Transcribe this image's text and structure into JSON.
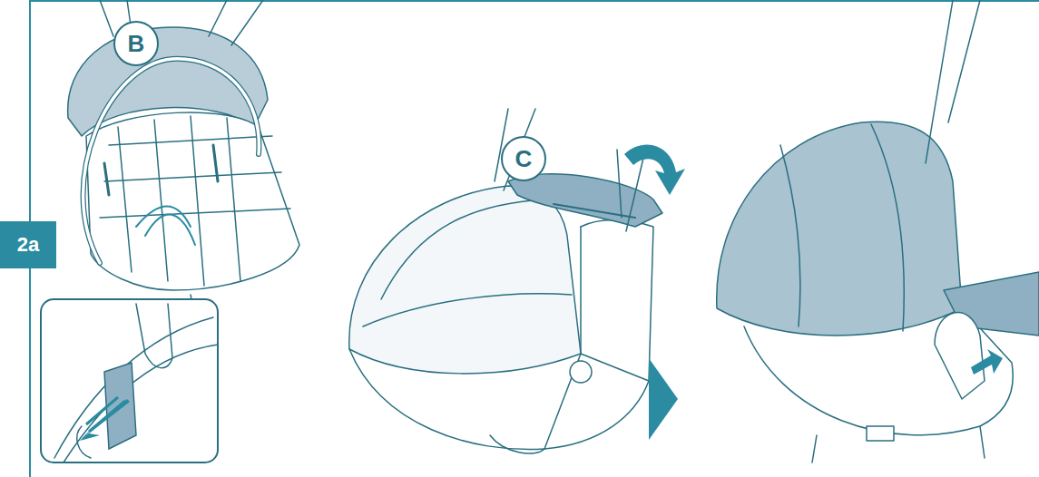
{
  "diagram": {
    "nodes": [
      {
        "text": [
          "B"
        ]
      },
      {
        "text": [
          "C"
        ]
      },
      {
        "text": [
          "2a"
        ]
      }
    ]
  }
}
